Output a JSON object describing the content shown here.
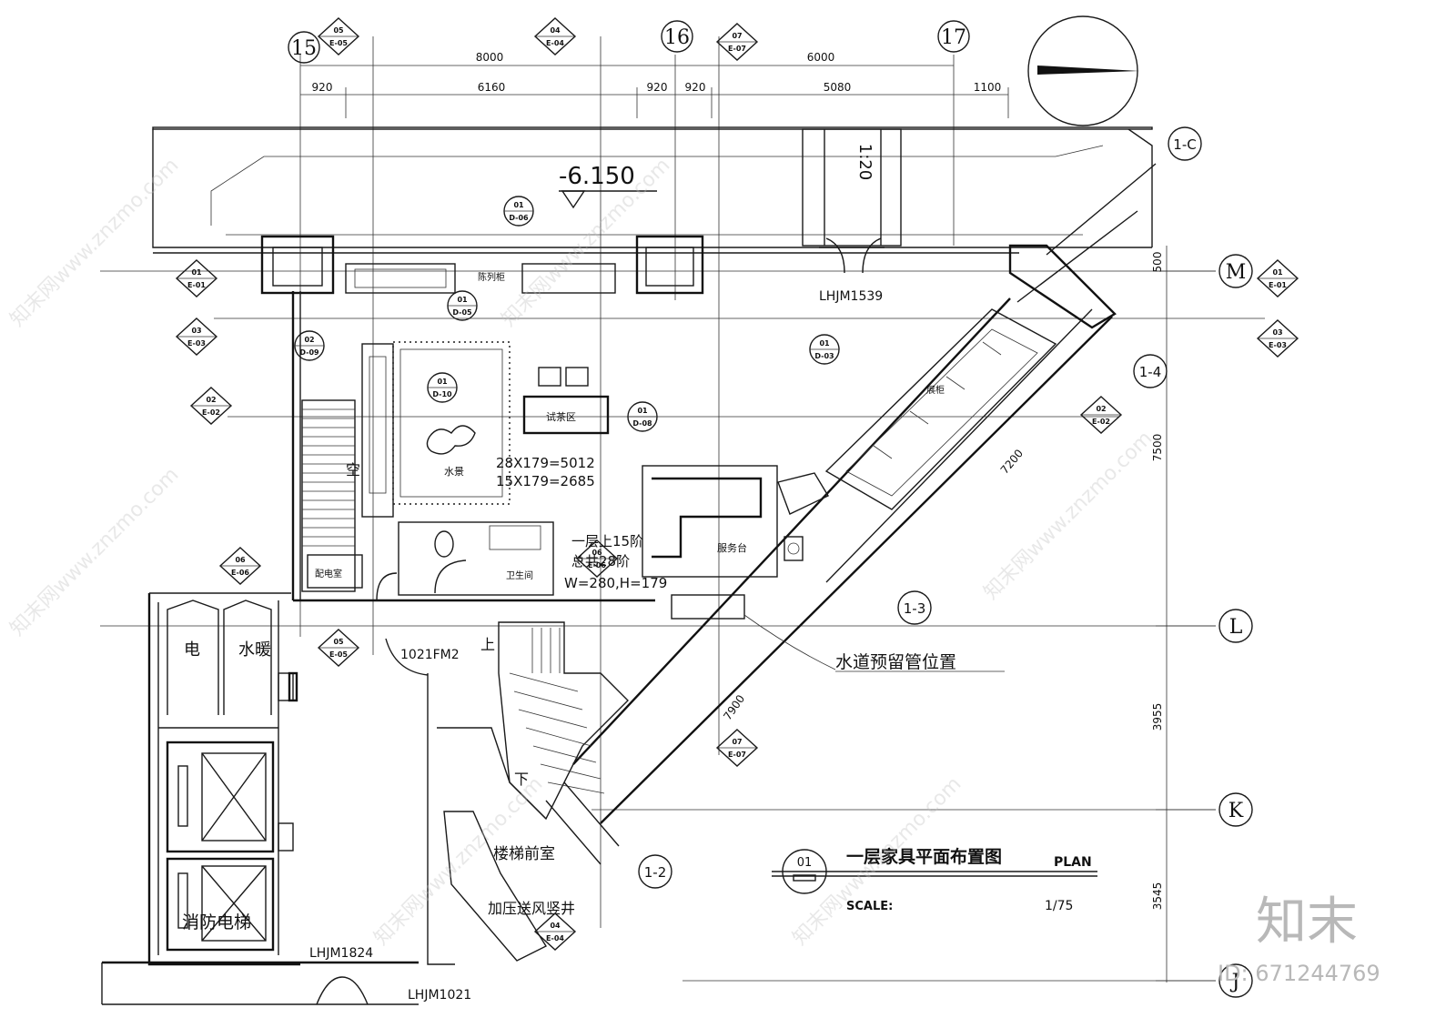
{
  "grid_top": [
    "15",
    "16",
    "17"
  ],
  "grid_right": [
    "M",
    "L",
    "K",
    "J"
  ],
  "grid_diag": [
    "1-C",
    "1-4",
    "1-3",
    "1-2"
  ],
  "dims_top_major": [
    "8000",
    "6000"
  ],
  "dims_top_minor": [
    "920",
    "6160",
    "920",
    "920",
    "5080",
    "1100"
  ],
  "dims_right": [
    "500",
    "7500",
    "3955",
    "3545"
  ],
  "dims_diag": [
    "7200",
    "7900"
  ],
  "level": "-6.150",
  "slope": "1:20",
  "door_codes": [
    "LHJM1539",
    "1021FM2",
    "LHJM1824",
    "LHJM1021"
  ],
  "room_labels": {
    "tea_area": "试茶区",
    "water_feature": "水景",
    "service_desk": "服务台",
    "display_cabinet": "陈列柜",
    "cabinet": "展柜",
    "washroom": "卫生间",
    "distribution": "配电室",
    "electric": "电",
    "water_well": "水暖",
    "fire_elevator": "消防电梯",
    "stair_lobby": "楼梯前室",
    "air_shaft": "加压送风竖井",
    "water_pipe": "水道预留管位置"
  },
  "stair_notes": [
    "28X179=5012",
    "15X179=2685"
  ],
  "stair_info": [
    "一层上15阶",
    "总共28阶",
    "W=280,H=179"
  ],
  "up": "上",
  "down": "下",
  "title": "一层家具平面布置图",
  "title_en": "PLAN",
  "scale_label": "SCALE:",
  "scale_value": "1/75",
  "drawing_no": "01",
  "brand": {
    "logo": "知末",
    "id": "ID: 671244769",
    "watermark": "知末网www.znzmo.com"
  }
}
